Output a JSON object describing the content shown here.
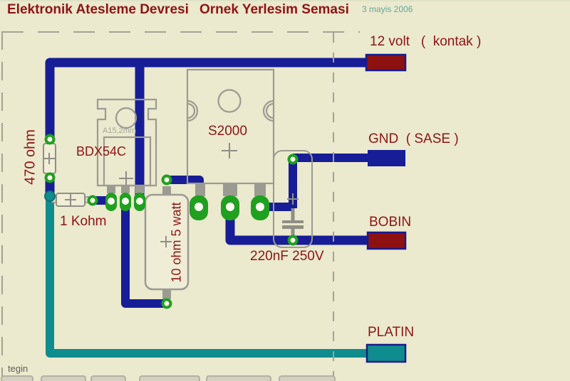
{
  "header": {
    "title_left": "Elektronik Atesleme Devresi",
    "title_right": "Ornek Yerlesim Semasi",
    "date": "3 mayis 2006"
  },
  "components": {
    "r470": {
      "label": "470 ohm"
    },
    "r1k": {
      "label": "1 Kohm"
    },
    "r10": {
      "label": "10 ohm 5 watt"
    },
    "bdx54c": {
      "label": "BDX54C",
      "note": "A15,2mm"
    },
    "s2000": {
      "label": "S2000"
    },
    "cap": {
      "label": "220nF 250V"
    }
  },
  "connectors": {
    "v12": {
      "label": "12 volt   (  kontak )"
    },
    "gnd": {
      "label": "GND  ( SASE )"
    },
    "bobin": {
      "label": "BOBIN"
    },
    "platin": {
      "label": "PLATIN"
    }
  },
  "footer": {
    "author": "tegin"
  },
  "colors": {
    "background": "#EBE9CE",
    "trace_blue": "#171D96",
    "trace_teal": "#0F8C8E",
    "pad_red": "#8E1111",
    "pad_navy": "#171D96",
    "pad_green": "#1FA01F",
    "label_red": "#8E1414",
    "outline_gray": "#9B9B91",
    "date_teal": "#63A79B"
  }
}
